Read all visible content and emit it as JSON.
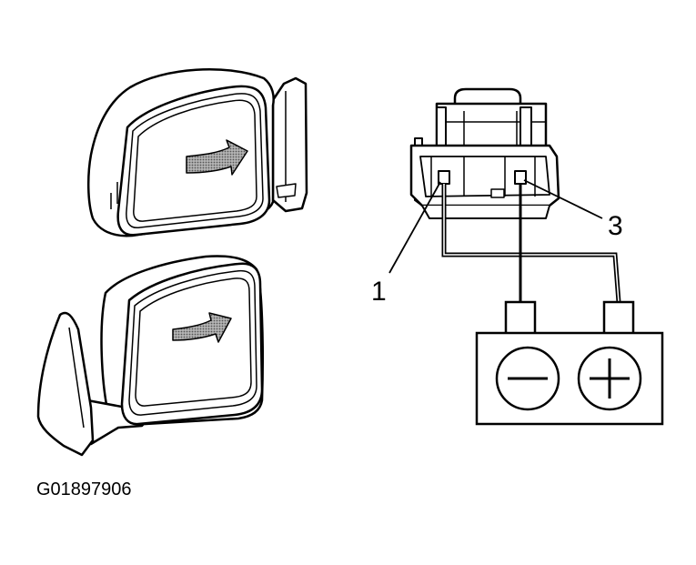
{
  "figure_id": "G01897906",
  "callouts": {
    "terminal_1": "1",
    "terminal_3": "3"
  },
  "battery": {
    "negative_symbol": "−",
    "positive_symbol": "+"
  },
  "colors": {
    "ink": "#000000",
    "paper": "#ffffff",
    "arrow_fill": "#8c8c8c"
  }
}
